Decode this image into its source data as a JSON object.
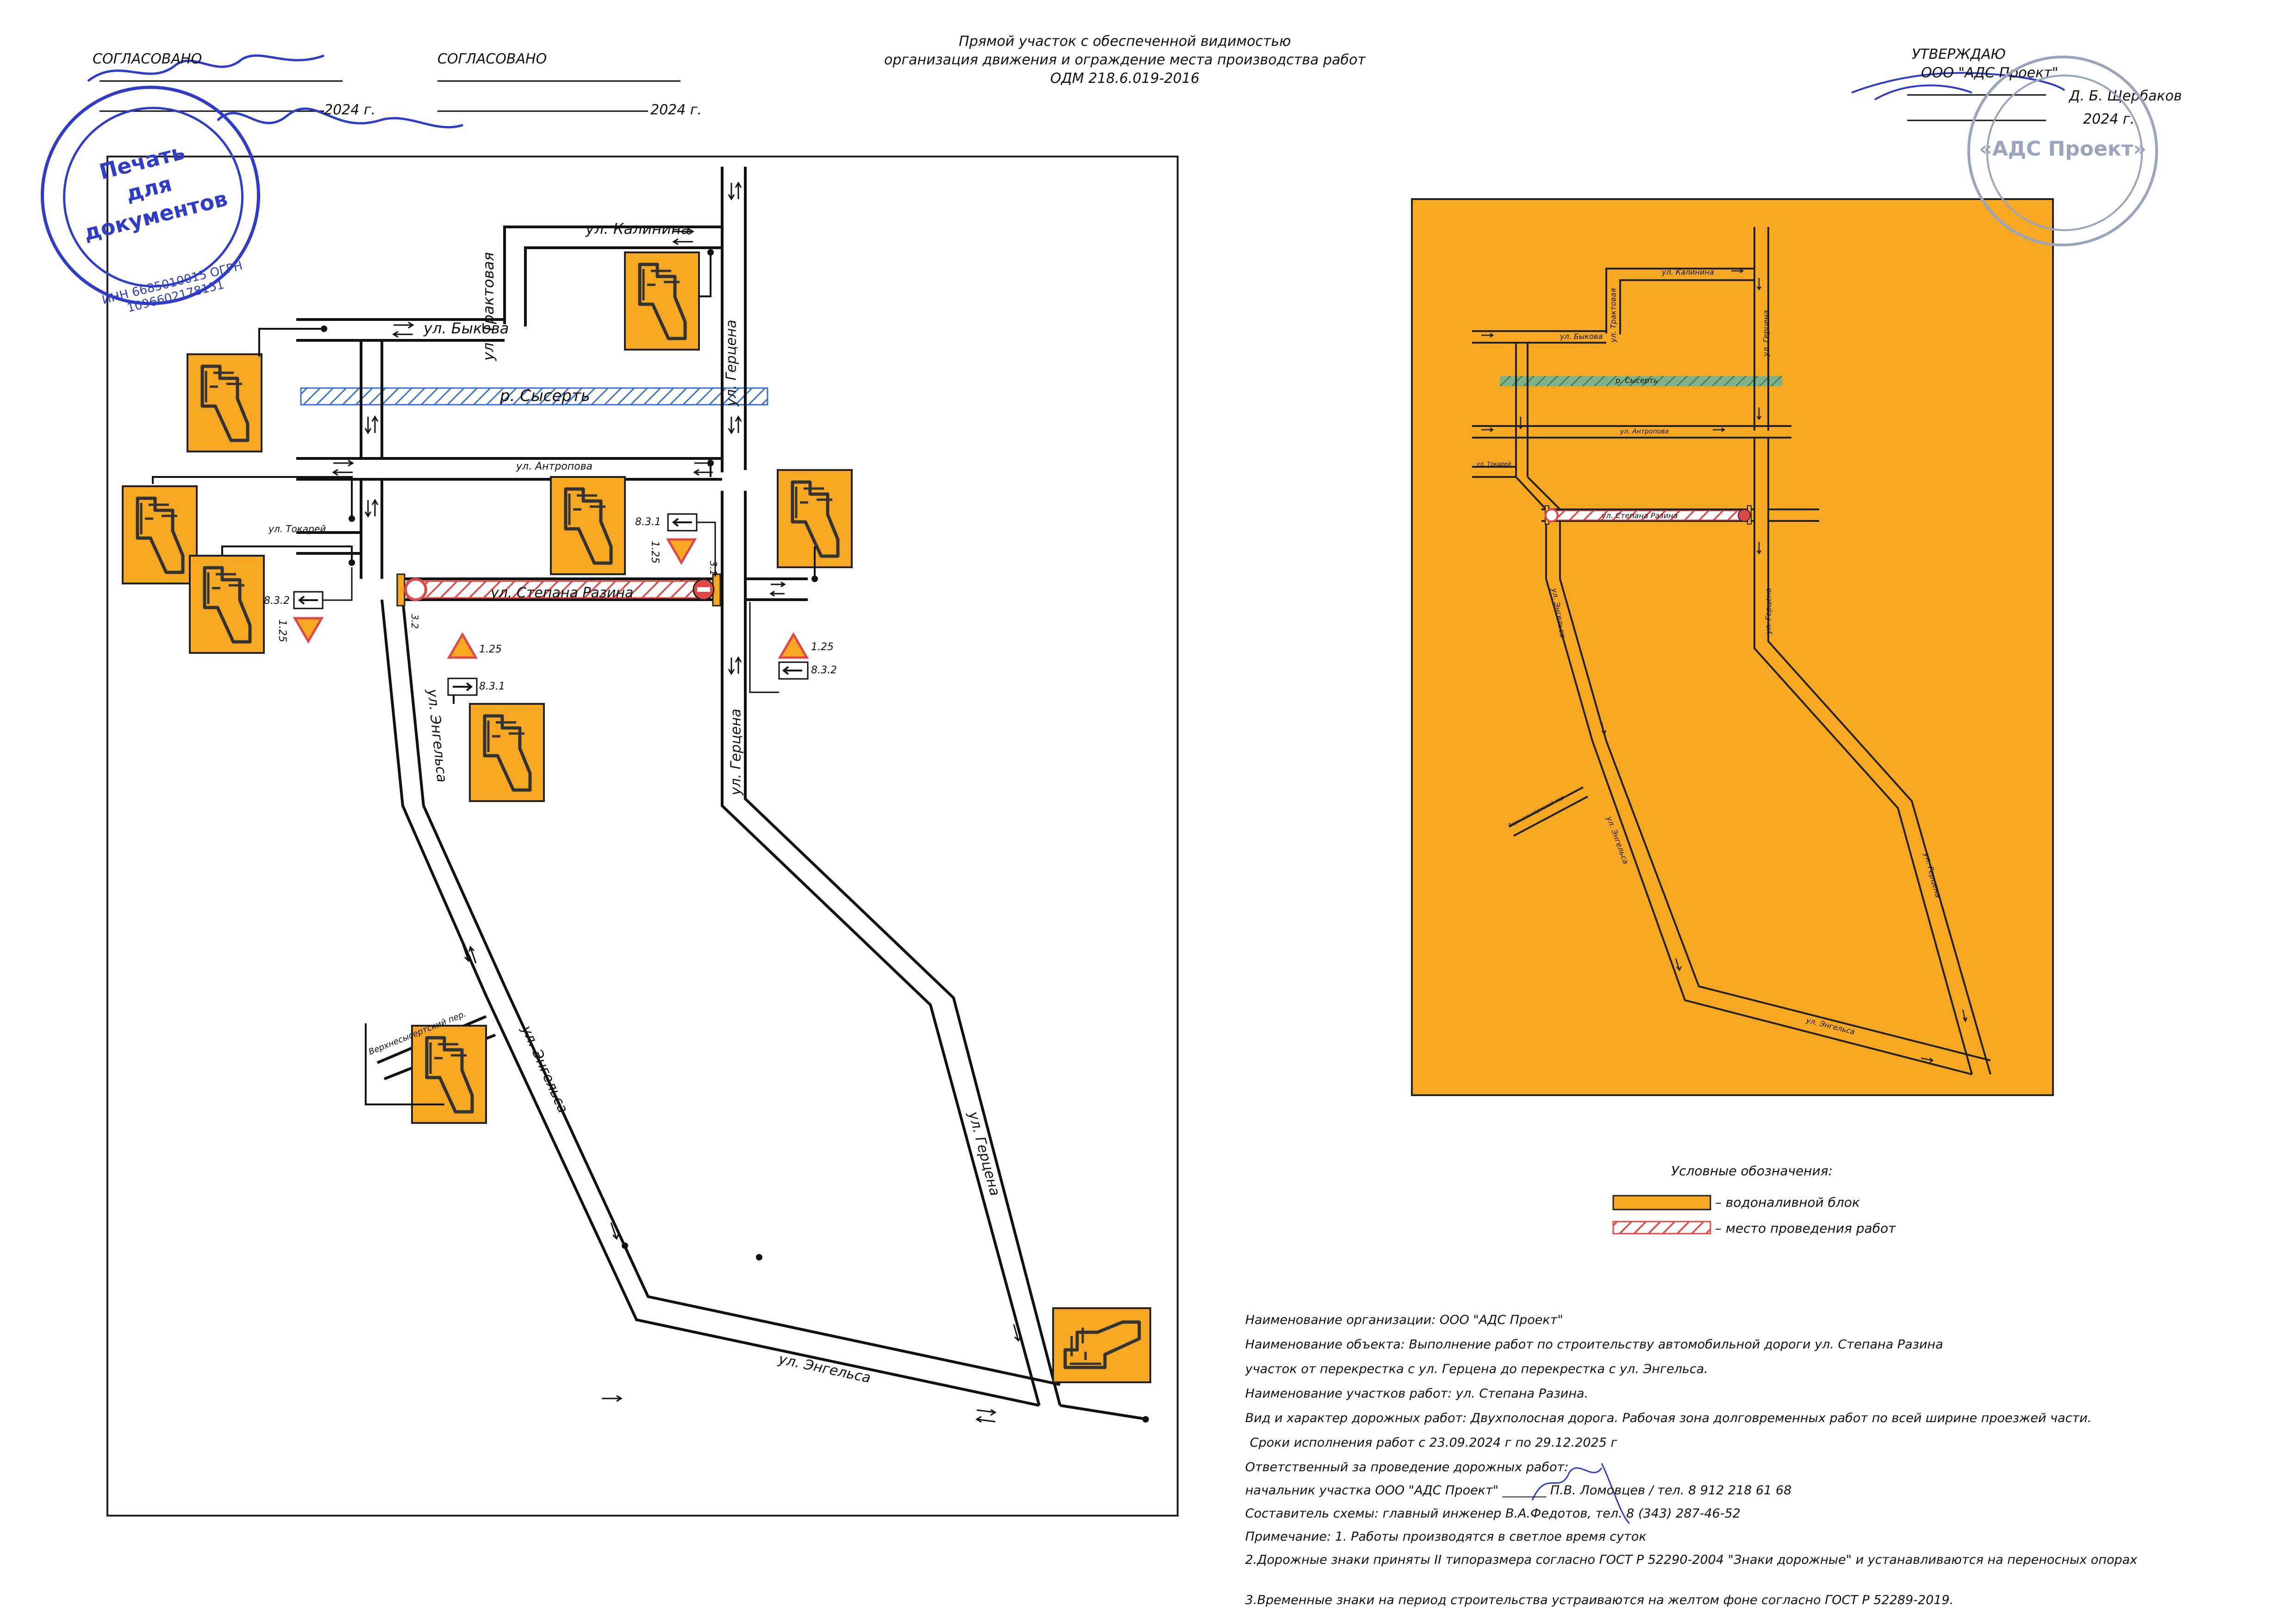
{
  "approvals": {
    "left_label": "СОГЛАСОВАНО",
    "middle_label": "СОГЛАСОВАНО",
    "year_left": "2024 г.",
    "year_middle": "2024 г.",
    "right_label": "УТВЕРЖДАЮ",
    "right_org": "ООО \"АДС Проект\"",
    "right_person": "Д. Б. Щербаков",
    "right_year": "2024 г."
  },
  "header": {
    "line1": "Прямой участок с обеспеченной видимостью",
    "line2": "организация движения и ограждение места производства работ",
    "line3": "ОДМ 218.6.019-2016"
  },
  "seal_left": {
    "center_line1": "Печать",
    "center_line2": "для",
    "center_line3": "документов",
    "ring": "ИНН 6685010015 ОГРН 1096602178151"
  },
  "seal_right": {
    "center": "«АДС Проект»"
  },
  "streets": {
    "kalinina": "ул. Калинина",
    "traktovaya": "ул. Трактовая",
    "bykova": "ул. Быкова",
    "river": "р. Сысерть",
    "antropova": "ул. Антропова",
    "tokarey": "ул. Токарей",
    "razina": "ул. Степана Разина",
    "gertsena": "ул. Герцена",
    "engelsa": "ул. Энгельса",
    "verkhnesysertsky": "Верхнесысертский пер."
  },
  "signs": {
    "s831": "8.3.1",
    "s832": "8.3.2",
    "s125": "1.25",
    "s31": "3.1",
    "s32": "3.2"
  },
  "legend": {
    "title": "Условные обозначения:",
    "item1": "– водоналивной блок",
    "item2": "– место проведения работ"
  },
  "notes": [
    "Наименование организации: ООО \"АДС Проект\"",
    "Наименование объекта: Выполнение работ по строительству автомобильной дороги ул. Степана Разина",
    "участок от перекрестка с ул. Герцена до перекрестка с ул. Энгельса.",
    "Наименование участков работ: ул. Степана Разина.",
    "Вид и характер дорожных работ: Двухполосная дорога. Рабочая зона долговременных работ по всей ширине проезжей части.",
    "Сроки исполнения работ с 23.09.2024 г по 29.12.2025 г",
    "Ответственный за проведение дорожных работ:",
    "начальник участка ООО \"АДС Проект\" _______ П.В. Ломовцев / тел. 8 912 218 61 68",
    "Составитель схемы: главный инженер В.А.Федотов, тел. 8 (343) 287-46-52",
    "Примечание: 1. Работы производятся в светлое время суток",
    "2.Дорожные знаки приняты II типоразмера согласно ГОСТ Р 52290-2004 \"Знаки дорожные\" и устанавливаются на переносных опорах",
    "3.Временные знаки на период строительства устраиваются на желтом фоне согласно ГОСТ Р 52289-2019."
  ],
  "colors": {
    "orange": "#f7a823",
    "work_zone": "#e04848",
    "river": "#3a6fd0",
    "seal_blue": "#2f3cc9"
  }
}
